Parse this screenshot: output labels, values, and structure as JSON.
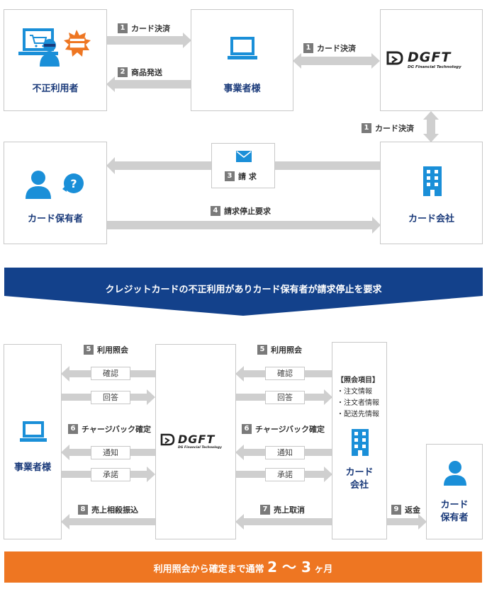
{
  "top": {
    "fraud_user": "不正利用者",
    "merchant": "事業者様",
    "card_holder": "カード保有者",
    "card_company": "カード会社",
    "step1_card_payment": "カード決済",
    "step2_shipping": "商品発送",
    "step3_billing": "請 求",
    "step4_stop_request": "請求停止要求",
    "n1": "1",
    "n2": "2",
    "n3": "3",
    "n4": "4"
  },
  "logo": {
    "name": "DGFT",
    "sub": "DG Financial Technology"
  },
  "banner_mid": "クレジットカードの不正利用がありカード保有者が請求停止を要求",
  "bottom": {
    "merchant": "事業者様",
    "card_company_line1": "カード",
    "card_company_line2": "会社",
    "card_holder_line1": "カード",
    "card_holder_line2": "保有者",
    "step5": "利用照会",
    "step6": "チャージバック確定",
    "step7": "売上取消",
    "step8": "売上相殺振込",
    "step9": "返金",
    "n5": "5",
    "n6": "6",
    "n7": "7",
    "n8": "8",
    "n9": "9",
    "confirm": "確認",
    "answer": "回答",
    "notify": "通知",
    "accept": "承諾",
    "inquiry_title": "【照会項目】",
    "inquiry_items": [
      "・注文情報",
      "・注文者情報",
      "・配送先情報"
    ]
  },
  "footer": {
    "pre": "利用照会から確定まで通常 ",
    "big": "2 〜 3",
    "post": " ヶ月"
  },
  "colors": {
    "navy": "#1a3a7a",
    "blue_icon": "#1a8fd8",
    "arrow_gray": "#cfcfcf",
    "orange": "#ee7622",
    "banner_blue": "#13418b"
  }
}
